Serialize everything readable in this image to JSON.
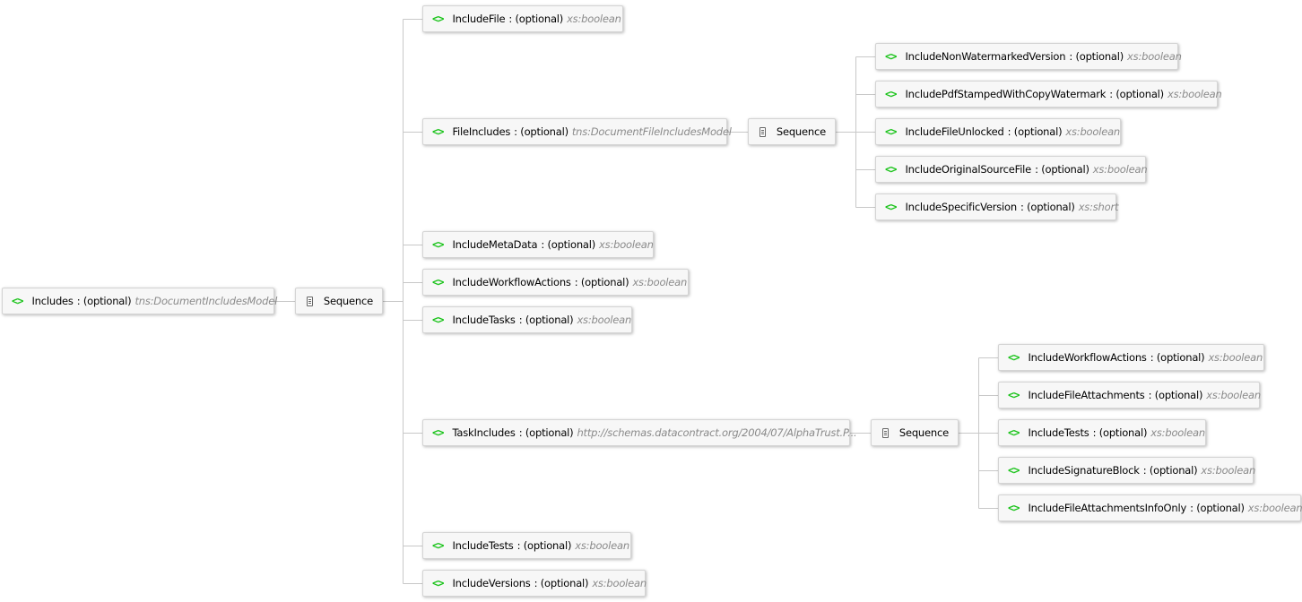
{
  "root": {
    "name": "Includes",
    "opt": ": (optional)",
    "type": "tns:DocumentIncludesModel"
  },
  "sequence_label": "Sequence",
  "children": [
    {
      "name": "IncludeFile",
      "opt": ": (optional)",
      "type": "xs:boolean"
    },
    {
      "name": "FileIncludes",
      "opt": ": (optional)",
      "type": "tns:DocumentFileIncludesModel"
    },
    {
      "name": "IncludeMetaData",
      "opt": ": (optional)",
      "type": "xs:boolean"
    },
    {
      "name": "IncludeWorkflowActions",
      "opt": ": (optional)",
      "type": "xs:boolean"
    },
    {
      "name": "IncludeTasks",
      "opt": ": (optional)",
      "type": "xs:boolean"
    },
    {
      "name": "TaskIncludes",
      "opt": ": (optional)",
      "type": "http://schemas.datacontract.org/2004/07/AlphaTrust.P..."
    },
    {
      "name": "IncludeTests",
      "opt": ": (optional)",
      "type": "xs:boolean"
    },
    {
      "name": "IncludeVersions",
      "opt": ": (optional)",
      "type": "xs:boolean"
    }
  ],
  "file_includes_children": [
    {
      "name": "IncludeNonWatermarkedVersion",
      "opt": ": (optional)",
      "type": "xs:boolean"
    },
    {
      "name": "IncludePdfStampedWithCopyWatermark",
      "opt": ": (optional)",
      "type": "xs:boolean"
    },
    {
      "name": "IncludeFileUnlocked",
      "opt": ": (optional)",
      "type": "xs:boolean"
    },
    {
      "name": "IncludeOriginalSourceFile",
      "opt": ": (optional)",
      "type": "xs:boolean"
    },
    {
      "name": "IncludeSpecificVersion",
      "opt": ": (optional)",
      "type": "xs:short"
    }
  ],
  "task_includes_children": [
    {
      "name": "IncludeWorkflowActions",
      "opt": ": (optional)",
      "type": "xs:boolean"
    },
    {
      "name": "IncludeFileAttachments",
      "opt": ": (optional)",
      "type": "xs:boolean"
    },
    {
      "name": "IncludeTests",
      "opt": ": (optional)",
      "type": "xs:boolean"
    },
    {
      "name": "IncludeSignatureBlock",
      "opt": ": (optional)",
      "type": "xs:boolean"
    },
    {
      "name": "IncludeFileAttachmentsInfoOnly",
      "opt": ": (optional)",
      "type": "xs:boolean"
    }
  ],
  "element_icon_glyph": "<>",
  "colors": {
    "element_icon": "#19c319",
    "type_text": "#8a8a8a",
    "connector": "#c8c8c8",
    "node_bg": "#f7f7f7"
  }
}
